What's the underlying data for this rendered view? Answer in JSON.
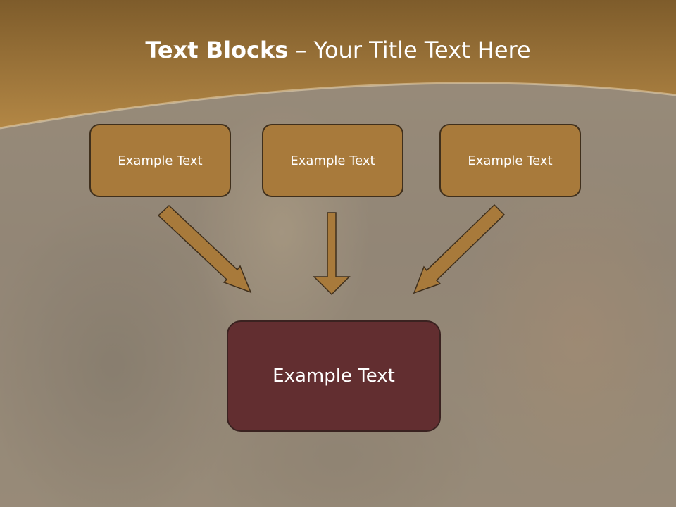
{
  "slide": {
    "title_bold": "Text Blocks",
    "title_sep": " – ",
    "title_rest": "Your Title Text Here"
  },
  "boxes": {
    "top": [
      "Example Text",
      "Example Text",
      "Example Text"
    ],
    "bottom": "Example Text"
  },
  "colors": {
    "header_band": "#a87a3b",
    "small_box": "#a87a3b",
    "big_box": "#622e30",
    "arrow_fill": "#a87a3b",
    "outline": "#3f2f1c"
  }
}
